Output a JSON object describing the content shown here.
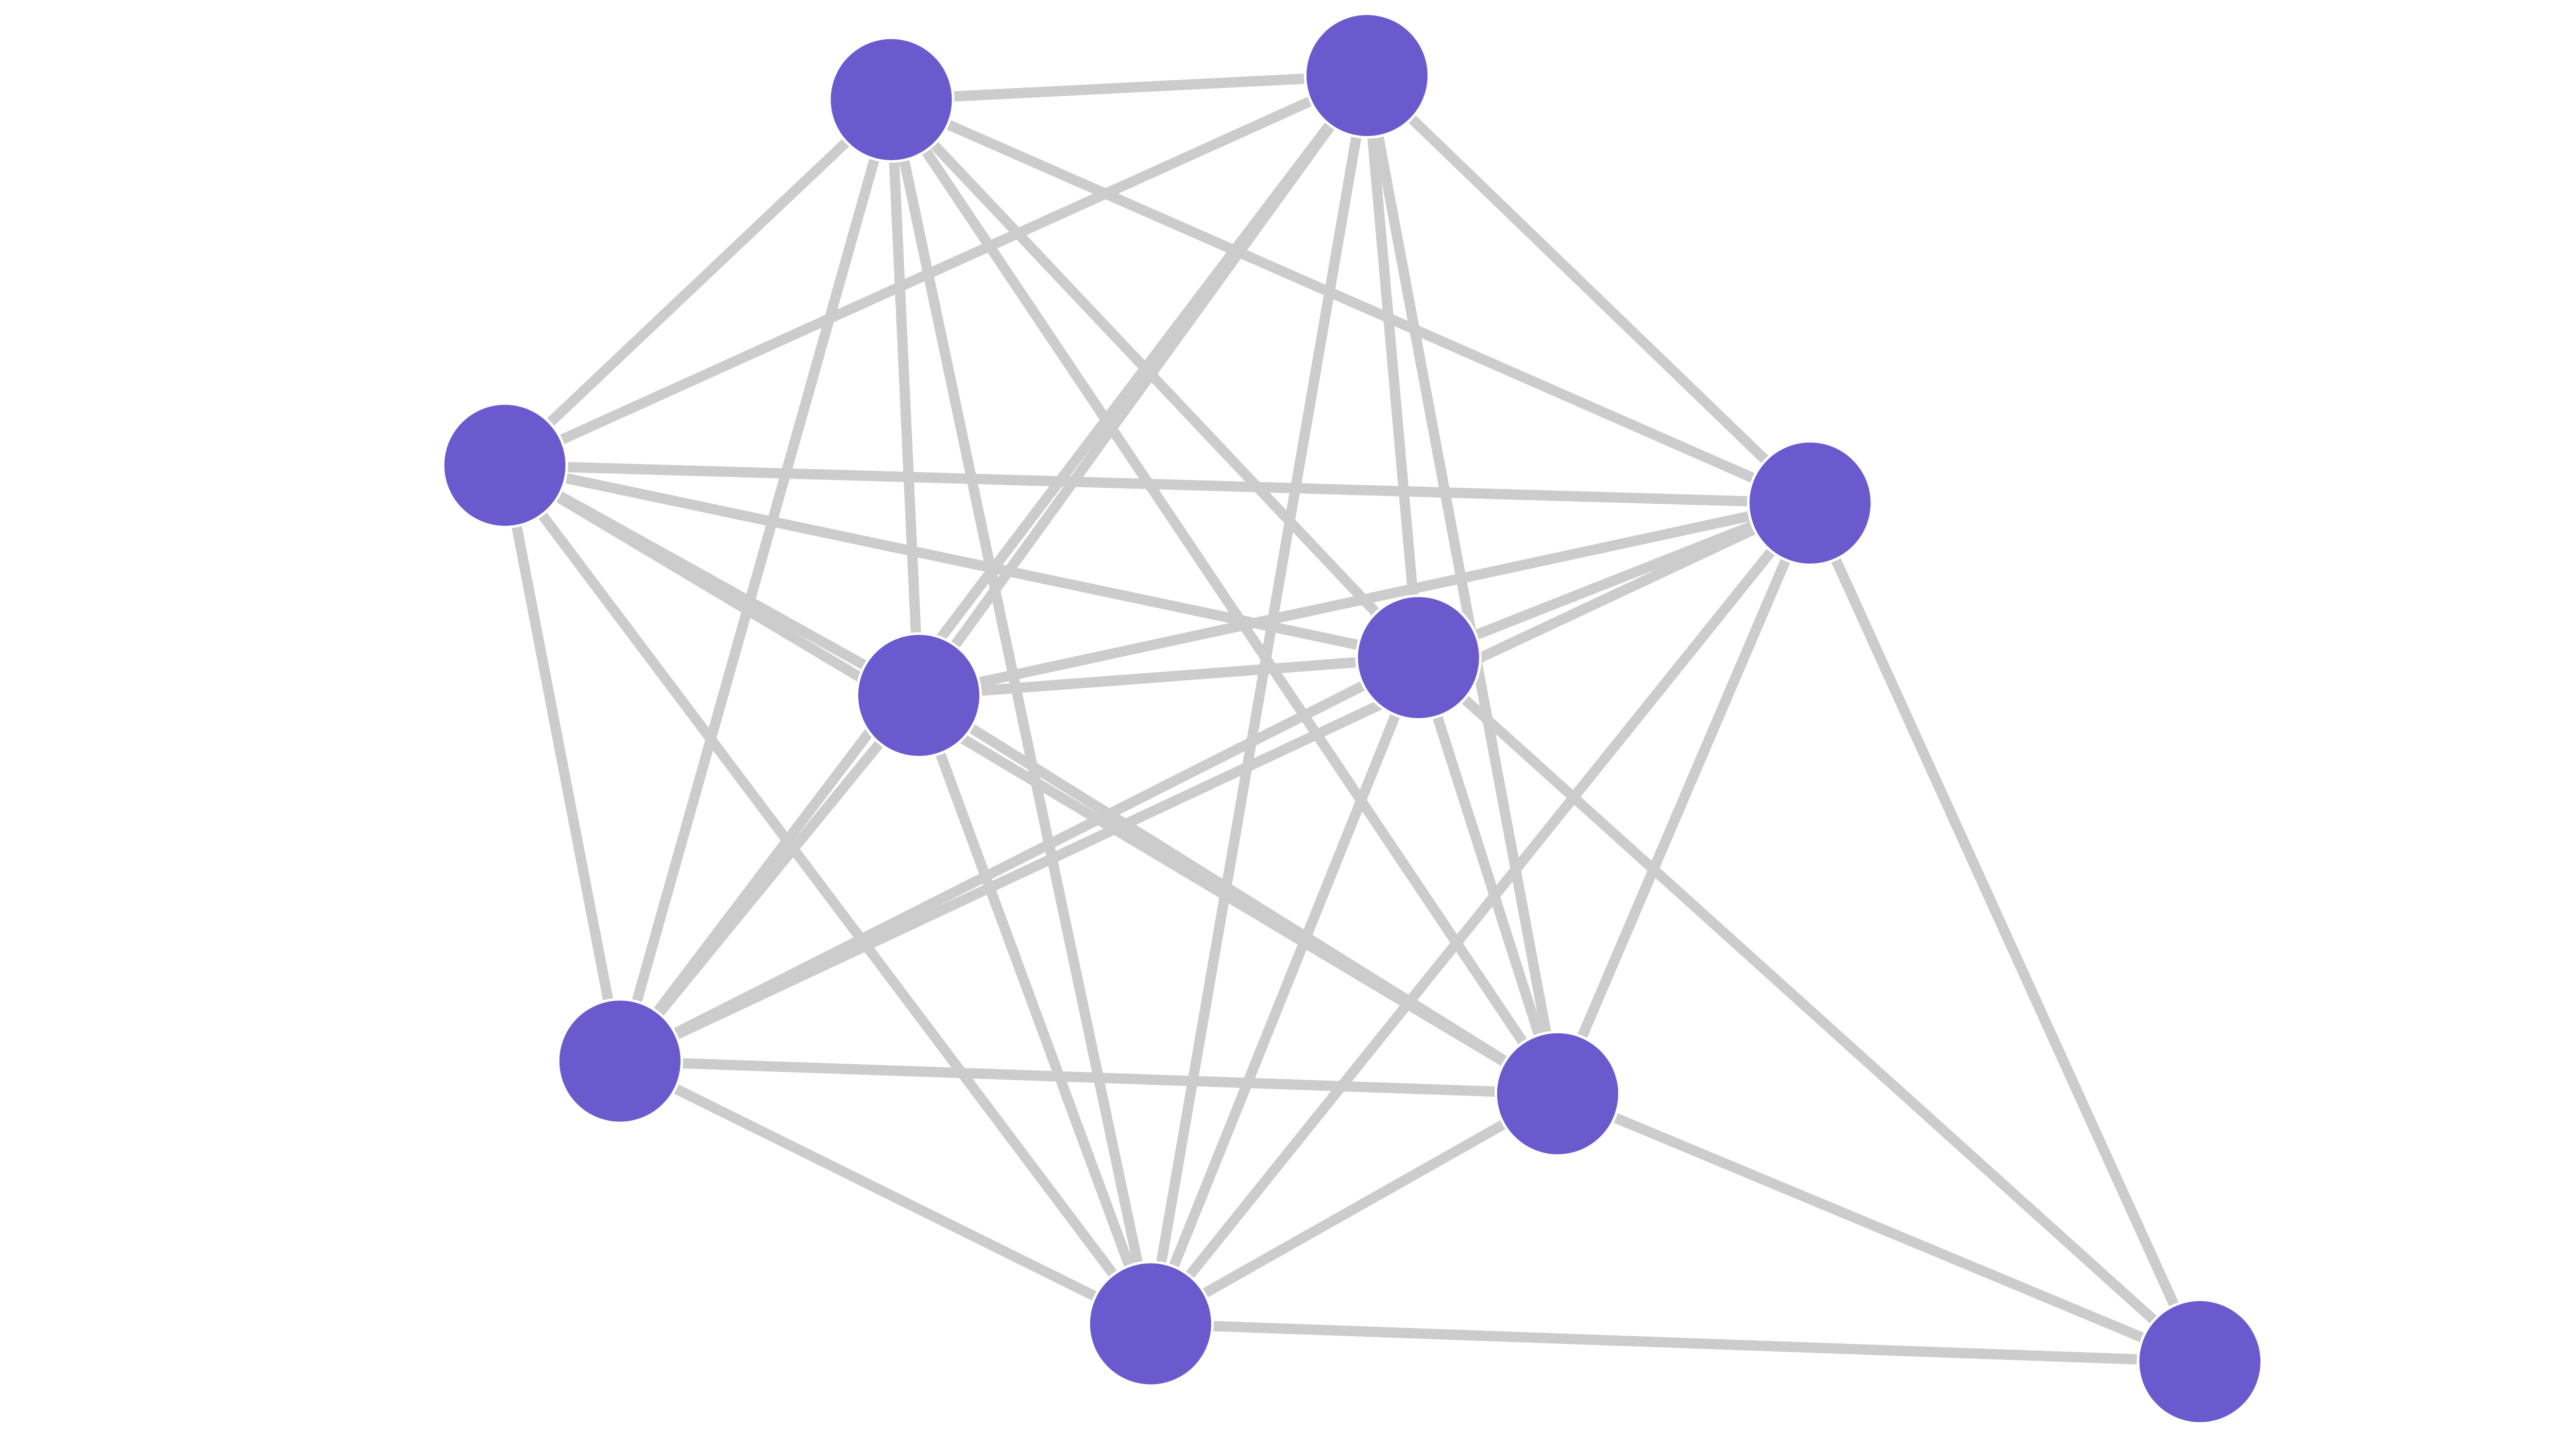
{
  "graph": {
    "node_color": "#6a5acd",
    "edge_color": "#cccccc",
    "background": "#ffffff",
    "node_count": 10,
    "edges": [
      [
        0,
        1
      ],
      [
        0,
        2
      ],
      [
        0,
        3
      ],
      [
        0,
        4
      ],
      [
        0,
        5
      ],
      [
        0,
        6
      ],
      [
        0,
        7
      ],
      [
        0,
        8
      ],
      [
        1,
        2
      ],
      [
        1,
        3
      ],
      [
        1,
        4
      ],
      [
        1,
        5
      ],
      [
        1,
        6
      ],
      [
        1,
        7
      ],
      [
        1,
        8
      ],
      [
        2,
        3
      ],
      [
        2,
        4
      ],
      [
        2,
        5
      ],
      [
        2,
        6
      ],
      [
        2,
        7
      ],
      [
        2,
        8
      ],
      [
        3,
        4
      ],
      [
        3,
        5
      ],
      [
        3,
        6
      ],
      [
        3,
        7
      ],
      [
        3,
        8
      ],
      [
        3,
        9
      ],
      [
        4,
        5
      ],
      [
        4,
        6
      ],
      [
        4,
        7
      ],
      [
        4,
        8
      ],
      [
        4,
        9
      ],
      [
        5,
        6
      ],
      [
        5,
        7
      ],
      [
        5,
        8
      ],
      [
        6,
        7
      ],
      [
        6,
        8
      ],
      [
        7,
        8
      ],
      [
        7,
        9
      ],
      [
        8,
        9
      ]
    ]
  }
}
